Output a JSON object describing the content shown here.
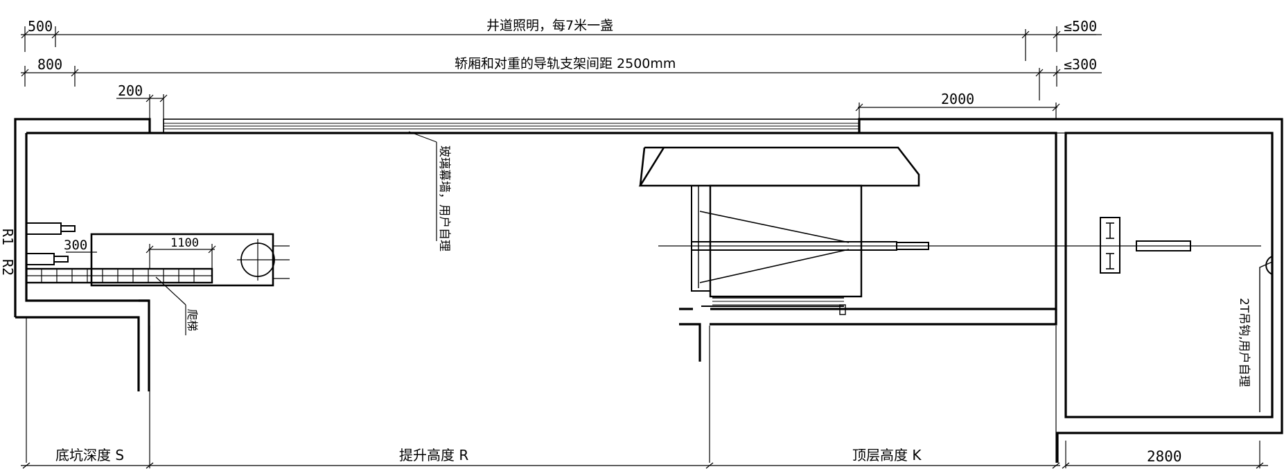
{
  "dimensions": {
    "top_left_500": "500",
    "lighting": "井道照明，每7米一盏",
    "top_right_500": "≤500",
    "top_left_800": "800",
    "rail_bracket": "轿厢和对重的导轨支架间距 2500mm",
    "top_right_300": "≤300",
    "pit_200": "200",
    "overhead_2000": "2000",
    "buffer_300": "300",
    "buffer_1100": "1100",
    "machine_room_2800": "2800"
  },
  "labels": {
    "glass_wall": "玻璃幕墙，用户自理",
    "ladder": "爬梯",
    "hook": "2T吊钩,用户自理",
    "r1": "R1",
    "r2": "R2"
  },
  "bottom": {
    "pit_depth": "底坑深度 S",
    "travel_height": "提升高度 R",
    "overhead_height": "顶层高度 K"
  }
}
